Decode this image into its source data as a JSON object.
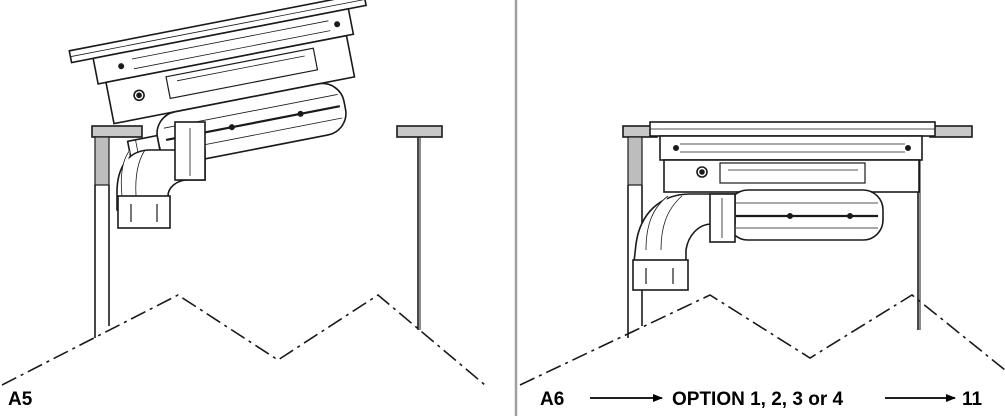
{
  "panels": {
    "left": {
      "step_label": "A5"
    },
    "right": {
      "step_label": "A6",
      "instruction": "OPTION 1, 2, 3 or 4",
      "target_step": "11"
    }
  },
  "colors": {
    "line": "#1a1a1a",
    "countertop": "#c8c8c8",
    "divider": "#a0a0a0",
    "duct_fill": "#ffffff",
    "cabinet_shadow": "#bdbdbd"
  }
}
